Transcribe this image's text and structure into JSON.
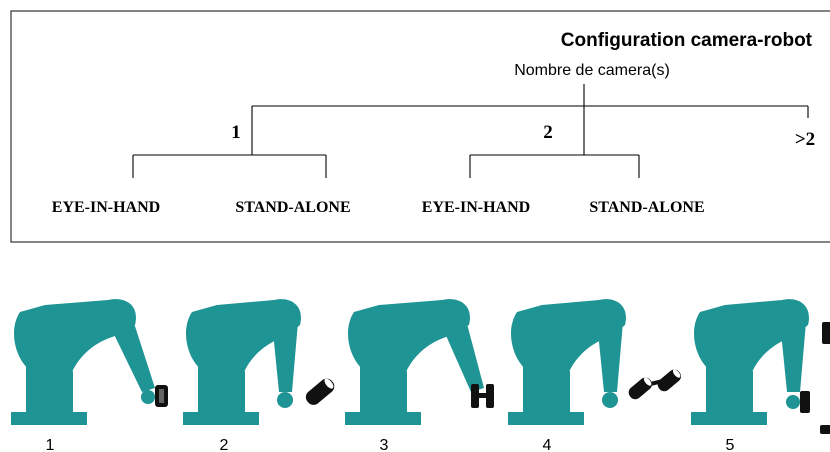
{
  "header": {
    "title": "Configuration camera-robot",
    "subtitle": "Nombre de camera(s)"
  },
  "tree": {
    "branches": [
      {
        "label": "1",
        "children": [
          "EYE-IN-HAND",
          "STAND-ALONE"
        ]
      },
      {
        "label": "2",
        "children": [
          "EYE-IN-HAND",
          "STAND-ALONE"
        ]
      },
      {
        "label": ">2",
        "children": []
      }
    ]
  },
  "robots": [
    {
      "label": "1",
      "arm": "down",
      "cameras": [
        "in-hand"
      ]
    },
    {
      "label": "2",
      "arm": "down",
      "cameras": [
        "standalone"
      ]
    },
    {
      "label": "3",
      "arm": "down",
      "cameras": [
        "in-hand-double"
      ]
    },
    {
      "label": "4",
      "arm": "down",
      "cameras": [
        "stereo-standalone"
      ]
    },
    {
      "label": "5",
      "arm": "down",
      "cameras": [
        "in-hand",
        "standalone-top",
        "standalone-bottom"
      ]
    }
  ],
  "colors": {
    "robot": "#1f9494",
    "line": "#000000",
    "camera": "#111111",
    "camera_light": "#ffffff"
  }
}
